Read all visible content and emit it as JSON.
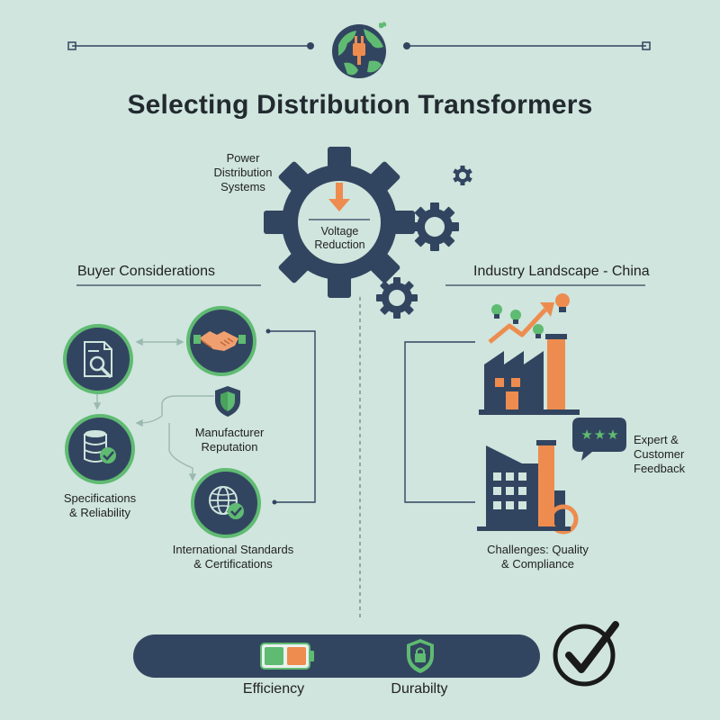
{
  "title": "Selecting Distribution Transformers",
  "power_label": [
    "Power",
    "Distribution",
    "Systems"
  ],
  "gear_label": [
    "Voltage",
    "Reduction"
  ],
  "sections": {
    "left": "Buyer Considerations",
    "right": "Industry Landscape - China"
  },
  "buyer_items": {
    "manufacturer": [
      "Manufacturer",
      "Reputation"
    ],
    "specs": [
      "Specifications",
      "& Reliability"
    ],
    "standards": [
      "International Standards",
      "& Certifications"
    ]
  },
  "industry_items": {
    "feedback": [
      "Expert &",
      "Customer",
      "Feedback"
    ],
    "challenges": [
      "Challenges: Quality",
      "& Compliance"
    ],
    "rating_stars": "★★★"
  },
  "footer": {
    "efficiency": "Efficiency",
    "durability": "Durabilty",
    "battery_level": 0.45
  },
  "colors": {
    "navy": "#324560",
    "green": "#5fbb72",
    "orange": "#ee8c4f",
    "background": "#cfe5dd"
  }
}
